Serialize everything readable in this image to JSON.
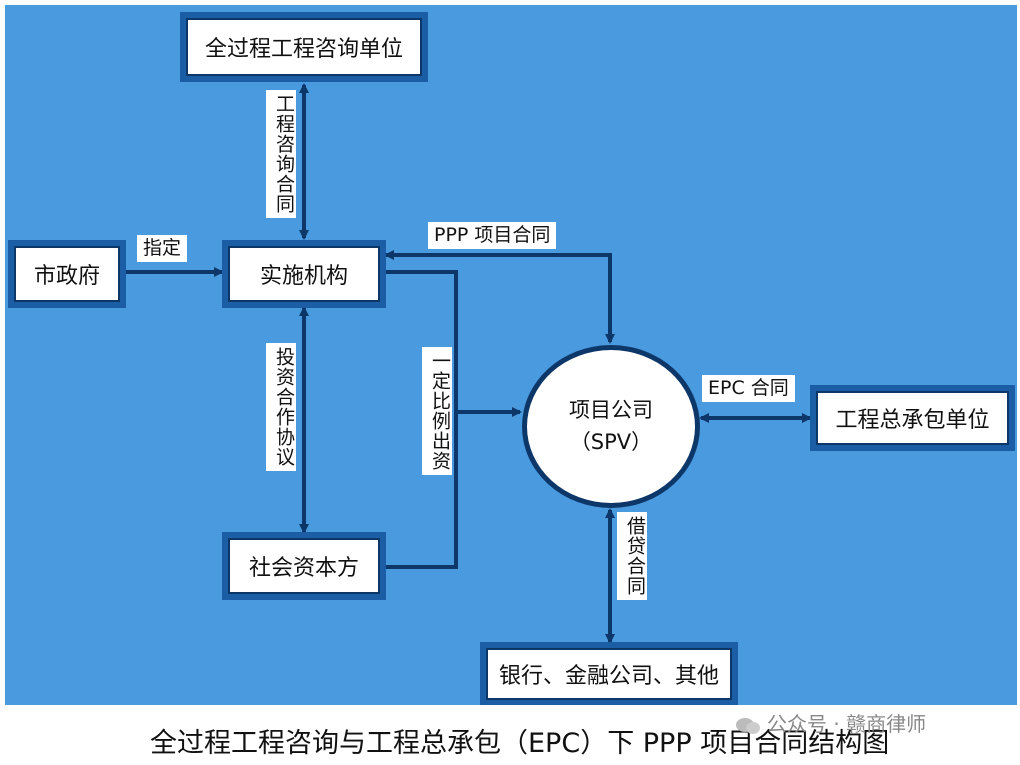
{
  "nodes": {
    "consulting_unit": "全过程工程咨询单位",
    "municipal_gov": "市政府",
    "implementing_agency": "实施机构",
    "social_capital": "社会资本方",
    "spv_name": "项目公司",
    "spv_abbr": "（SPV）",
    "epc_contractor": "工程总承包单位",
    "banks": "银行、金融公司、其他"
  },
  "edge_labels": {
    "consulting_contract": "工程咨询合同",
    "designate": "指定",
    "ppp_contract": "PPP 项目合同",
    "investment_agreement": "投资合作协议",
    "equity_contribution": "一定比例出资",
    "epc_contract": "EPC 合同",
    "loan_contract": "借贷合同"
  },
  "caption": "全过程工程咨询与工程总承包（EPC）下 PPP 项目合同结构图",
  "watermark": "公众号 · 赣商律师",
  "colors": {
    "background": "#4a9ae0",
    "box_border": "#1c5ea6",
    "line": "#0d3768"
  }
}
